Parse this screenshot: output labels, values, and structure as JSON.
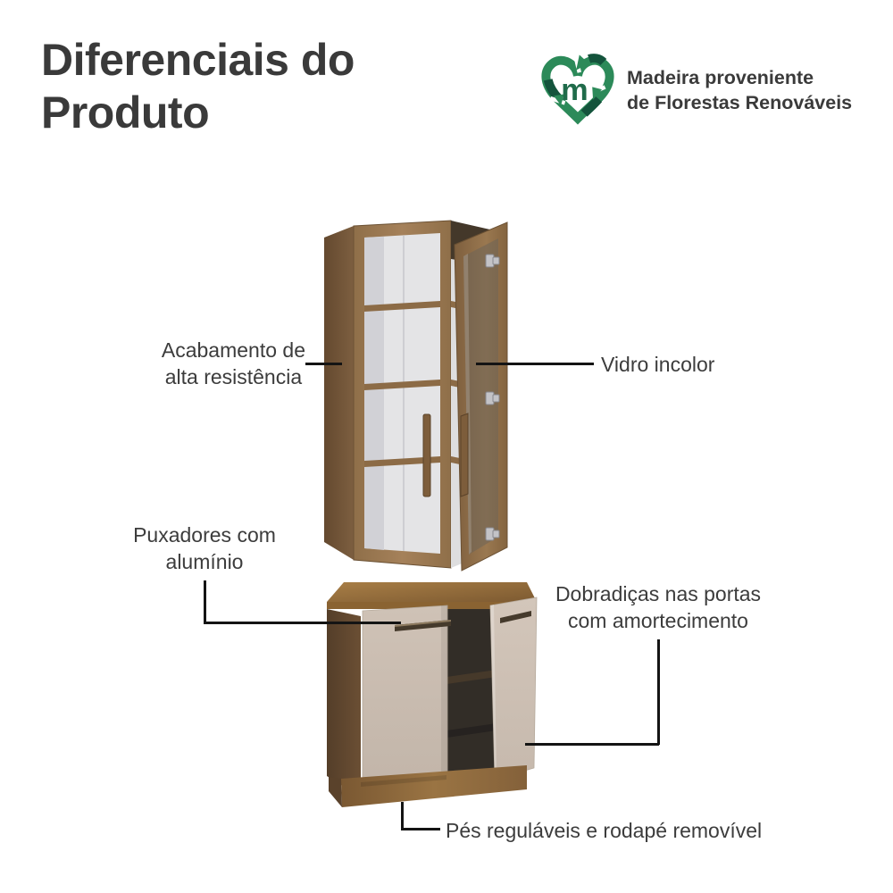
{
  "page": {
    "background_color": "#ffffff",
    "text_color": "#3c3c3c",
    "connector_color": "#141414"
  },
  "header": {
    "title_line1": "Diferenciais do",
    "title_line2": "Produto"
  },
  "badge": {
    "icon": "recycle-heart-logo",
    "monogram": "m",
    "line1": "Madeira proveniente",
    "line2": "de Florestas Renováveis",
    "green_dark": "#14543c",
    "green_mid": "#2c8a59"
  },
  "callouts": {
    "acabamento": {
      "line1": "Acabamento de",
      "line2": "alta resistência"
    },
    "vidro": {
      "line1": "Vidro incolor"
    },
    "puxadores": {
      "line1": "Puxadores com",
      "line2": "alumínio"
    },
    "dobradicas": {
      "line1": "Dobradiças nas portas",
      "line2": "com amortecimento"
    },
    "pes": {
      "line1": "Pés reguláveis e rodapé removível"
    }
  },
  "product_image": {
    "colors": {
      "wood_frame": "#9a7850",
      "wood_side_dark": "#6b4f34",
      "wood_top": "#96713f",
      "door_panel": "#cabdb1",
      "interior_white": "#e4e4e6",
      "interior_dark": "#322d27",
      "glass_tint": "#6e6557",
      "handle_metal": "#453a2c"
    }
  }
}
